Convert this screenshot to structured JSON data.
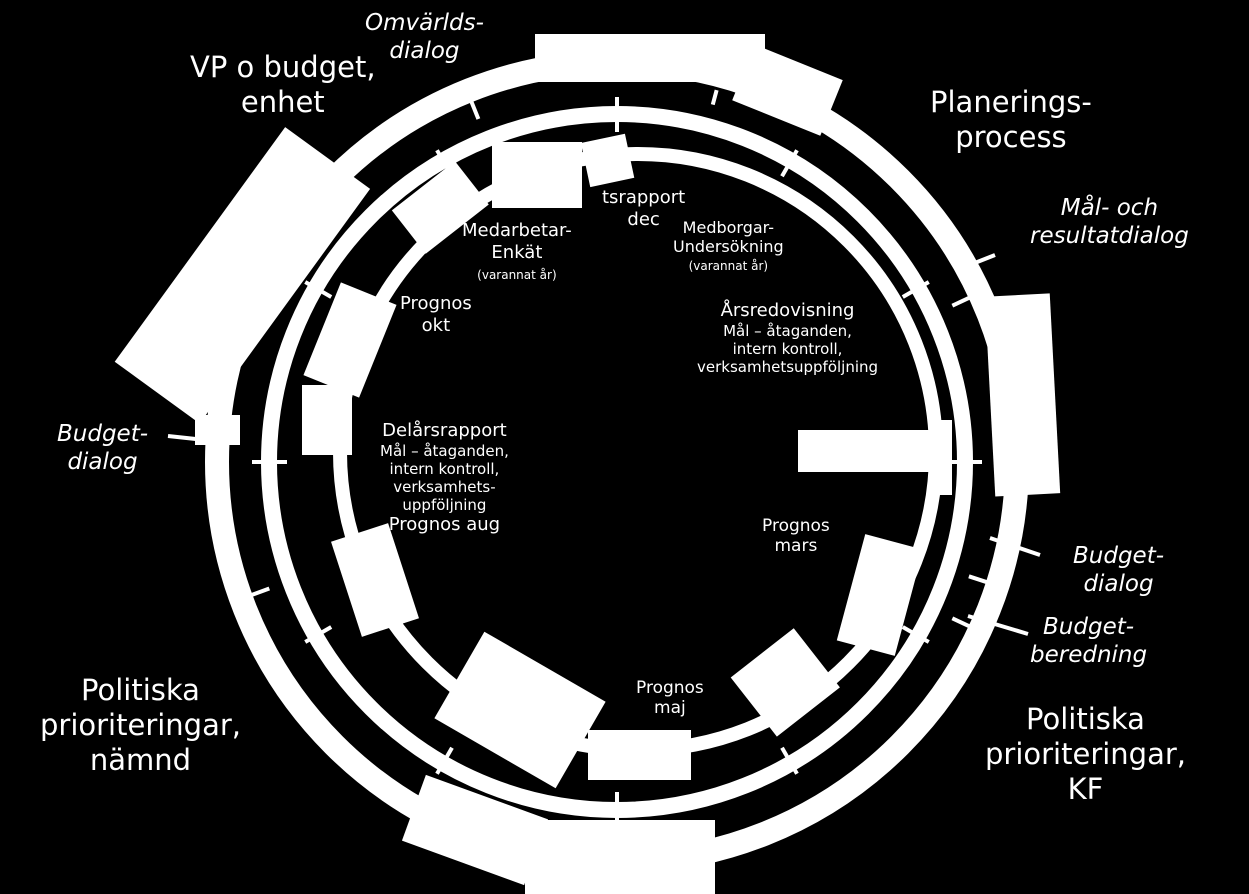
{
  "colors": {
    "background": "#000000",
    "foreground": "#ffffff"
  },
  "outer_labels": {
    "vp_budget": "VP o budget,\nenhet",
    "planering": "Planerings-\nprocess",
    "politiska_namnd": "Politiska\nprioriteringar,\nnämnd",
    "politiska_kf": "Politiska\nprioriteringar,\nKF"
  },
  "dialog_labels": {
    "omvarld": "Omvärlds-\ndialog",
    "mal_resultat": "Mål- och\nresultatdialog",
    "budget_left": "Budget-\ndialog",
    "budget_right": "Budget-\ndialog",
    "budget_beredning": "Budget-\nberedning"
  },
  "inner_labels": {
    "tsrapport": "tsrapport\ndec",
    "medarbetar": "Medarbetar-\nEnkät",
    "medarbetar_note": "(varannat år)",
    "medborgar": "Medborgar-\nUndersökning",
    "medborgar_note": "(varannat år)",
    "prognos_okt": "Prognos\nokt",
    "arsredovisning_title": "Årsredovisning",
    "arsredovisning_body": "Mål – åtaganden,\nintern kontroll,\nverksamhetsuppföljning",
    "delars_title": "Delårsrapport",
    "delars_body": "Mål – åtaganden,\nintern kontroll,\nverksamhets-\nuppföljning",
    "prognos_aug": "Prognos aug",
    "prognos_mars": "Prognos\nmars",
    "prognos_maj": "Prognos\nmaj"
  }
}
